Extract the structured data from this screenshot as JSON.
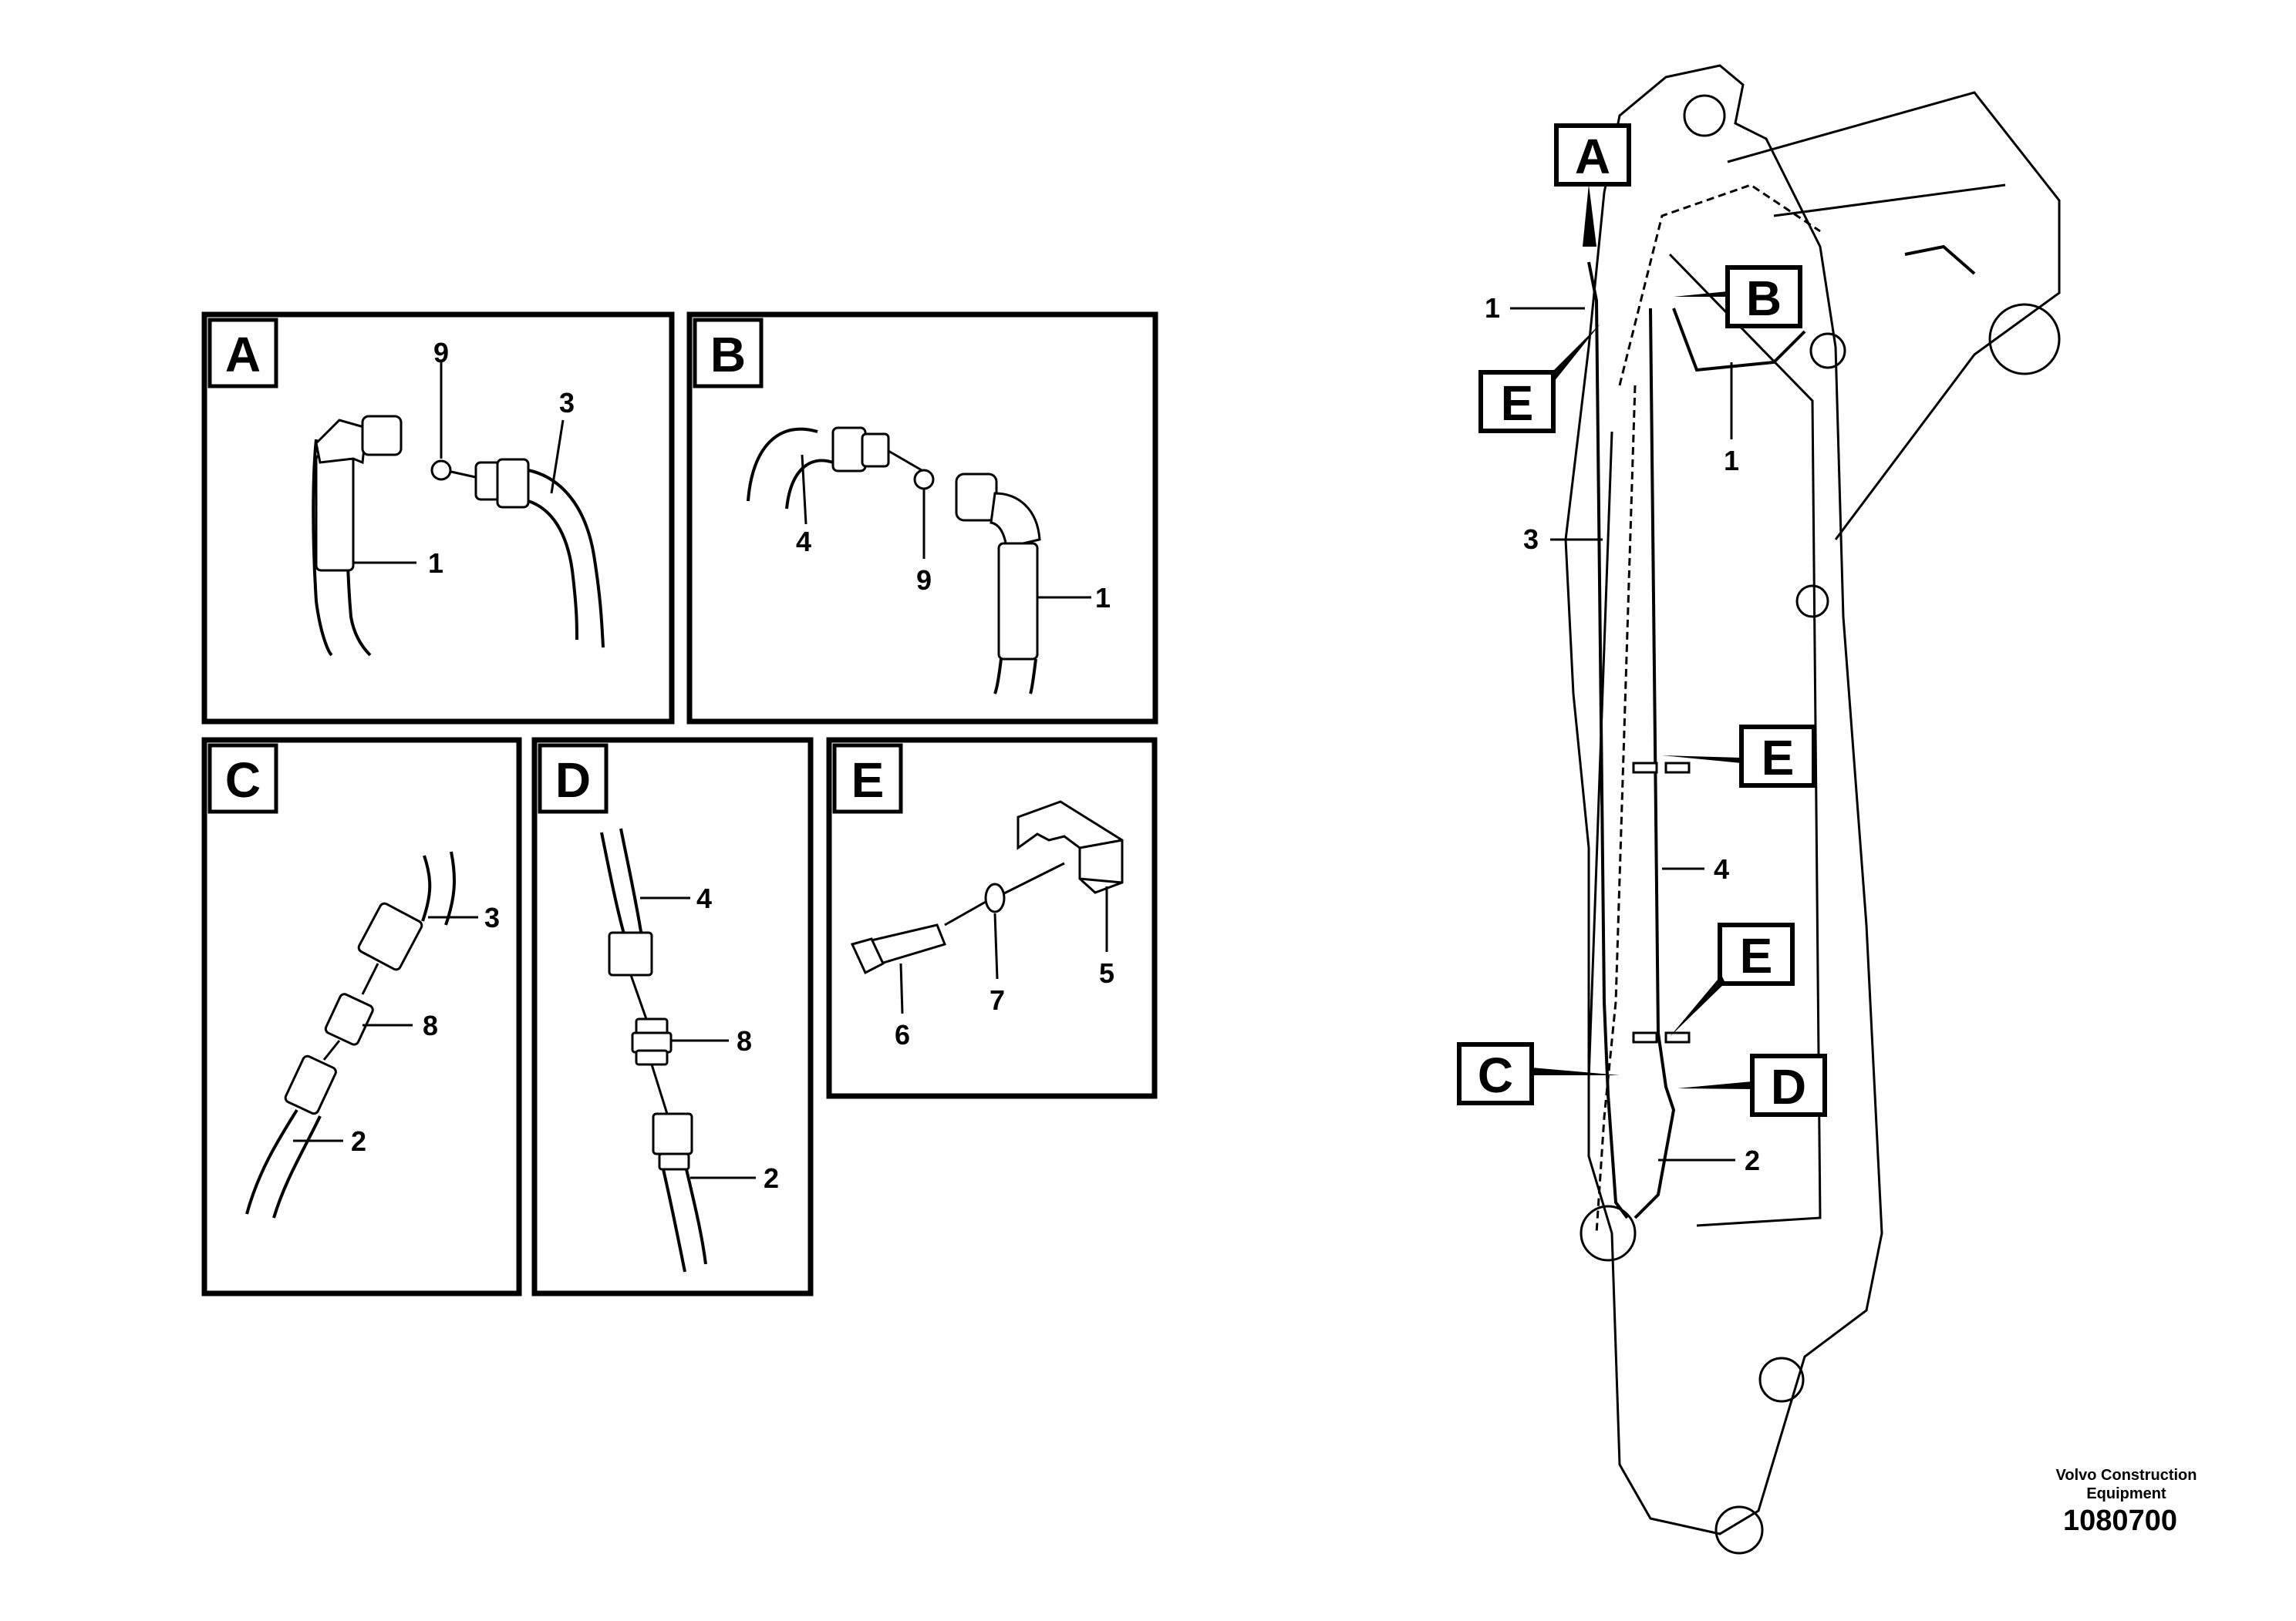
{
  "panels": {
    "A": {
      "letter": "A",
      "labels": {
        "n9": "9",
        "n3": "3",
        "n1": "1"
      }
    },
    "B": {
      "letter": "B",
      "labels": {
        "n4": "4",
        "n9": "9",
        "n1": "1"
      }
    },
    "C": {
      "letter": "C",
      "labels": {
        "n3": "3",
        "n8": "8",
        "n2": "2"
      }
    },
    "D": {
      "letter": "D",
      "labels": {
        "n4": "4",
        "n8": "8",
        "n2": "2"
      }
    },
    "E": {
      "letter": "E",
      "labels": {
        "n5": "5",
        "n6": "6",
        "n7": "7"
      }
    }
  },
  "main": {
    "callouts": {
      "A": "A",
      "B": "B",
      "C": "C",
      "D": "D",
      "E1": "E",
      "E2": "E",
      "E3": "E"
    },
    "numbers": {
      "n1a": "1",
      "n1b": "1",
      "n3": "3",
      "n4": "4",
      "n2": "2"
    }
  },
  "footer": {
    "brand_line1": "Volvo Construction",
    "brand_line2": "Equipment",
    "code": "1080700"
  }
}
